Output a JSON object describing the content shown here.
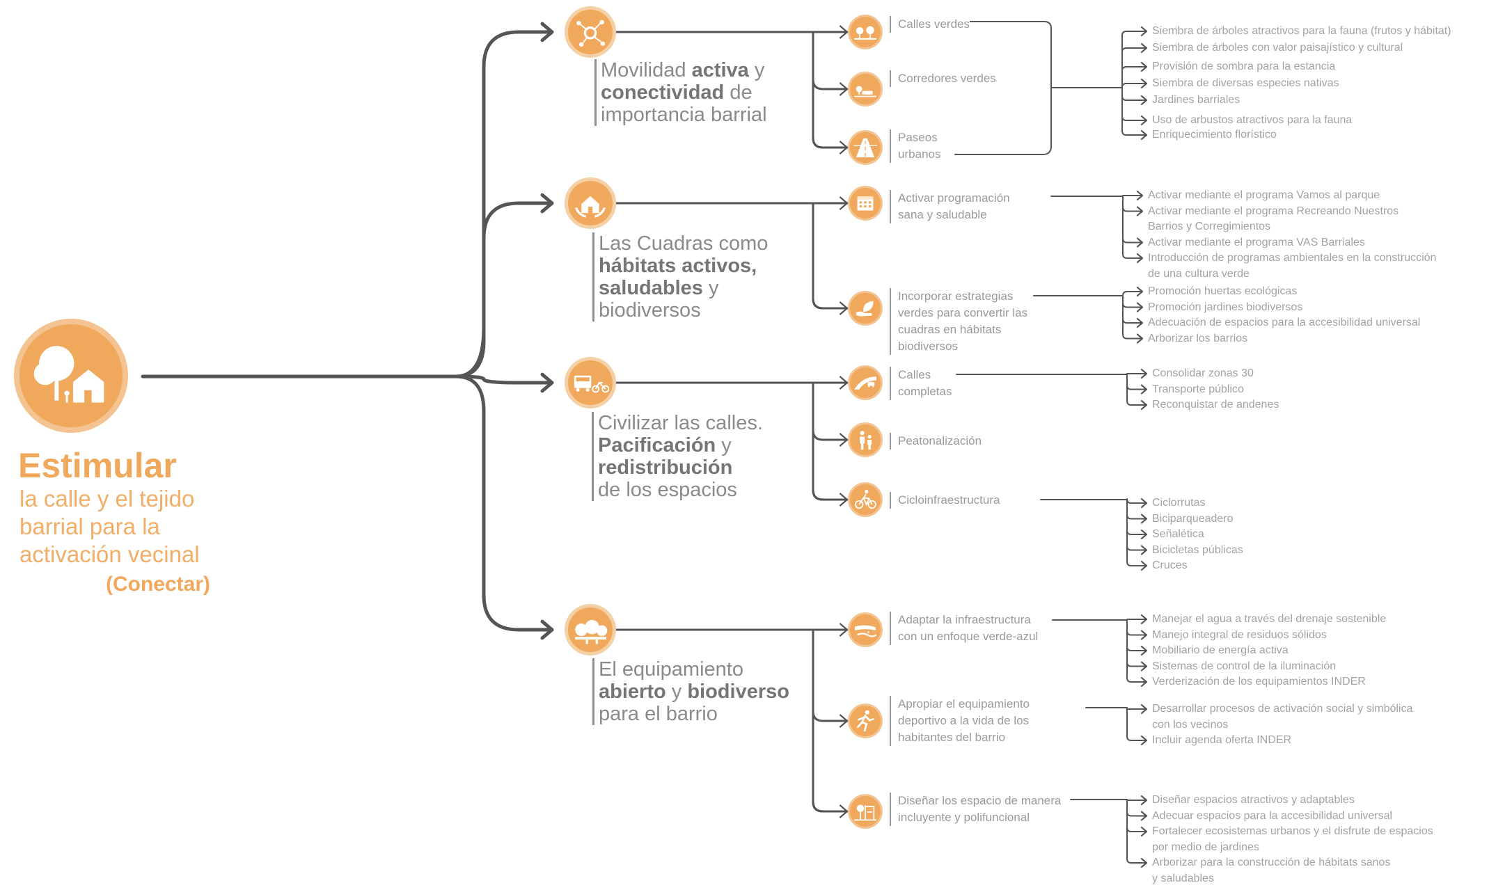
{
  "root": {
    "title": "Estimular",
    "subtitle": [
      "la calle y el tejido",
      "barrial para la",
      "activación vecinal"
    ],
    "tag": "(Conectar)",
    "icon": "tree-house-icon",
    "colors": {
      "accent": "#f0a85c",
      "ring": "#f3c391",
      "line": "#555555",
      "text": "#8f8f8f"
    }
  },
  "categories": [
    {
      "id": "movilidad",
      "icon": "network-nodes-icon",
      "parts": [
        {
          "t": "Movilidad ",
          "b": false
        },
        {
          "t": "activa",
          "b": true
        },
        {
          "t": " y",
          "b": false
        },
        {
          "t": "\n",
          "b": false
        },
        {
          "t": "conectividad",
          "b": true
        },
        {
          "t": " de",
          "b": false
        },
        {
          "t": "\n",
          "b": false
        },
        {
          "t": "importancia barrial",
          "b": false
        }
      ],
      "subs": [
        {
          "label": "Calles verdes",
          "icon": "street-trees-icon",
          "items": []
        },
        {
          "label": "Corredores verdes",
          "icon": "green-corridor-icon",
          "items": []
        },
        {
          "label": "Paseos\nurbanos",
          "icon": "road-perspective-icon",
          "items": []
        }
      ],
      "shared_items": [
        "Siembra de árboles atractivos para la fauna (frutos y hábitat)",
        "Siembra de árboles con valor paisajístico y cultural",
        "Provisión de sombra para la estancia",
        "Siembra de diversas especies nativas",
        "Jardines barriales",
        "Uso de arbustos atractivos para la fauna",
        "Enriquecimiento florístico"
      ]
    },
    {
      "id": "cuadras",
      "icon": "house-hands-icon",
      "parts": [
        {
          "t": "Las Cuadras como",
          "b": false
        },
        {
          "t": "\n",
          "b": false
        },
        {
          "t": "hábitats activos,",
          "b": true
        },
        {
          "t": "\n",
          "b": false
        },
        {
          "t": "saludables",
          "b": true
        },
        {
          "t": " y",
          "b": false
        },
        {
          "t": "\n",
          "b": false
        },
        {
          "t": "biodiversos",
          "b": false
        }
      ],
      "subs": [
        {
          "label": "Activar programación\nsana y saludable",
          "icon": "calendar-icon",
          "items": [
            "Activar mediante el programa Vamos al parque",
            "Activar mediante el programa  Recreando Nuestros\nBarrios y Corregimientos",
            "Activar mediante el programa  VAS Barriales",
            "Introducción de programas ambientales en la construcción\nde una cultura verde"
          ]
        },
        {
          "label": "Incorporar estrategias\nverdes para convertir las\ncuadras en hábitats\nbiodiversos",
          "icon": "leaf-hand-icon",
          "items": [
            "Promoción huertas ecológicas",
            "Promoción jardines biodiversos",
            "Adecuación de espacios para la accesibilidad universal",
            "Arborizar los barrios"
          ]
        }
      ]
    },
    {
      "id": "calles",
      "icon": "bus-bike-icon",
      "parts": [
        {
          "t": "Civilizar las calles.",
          "b": false
        },
        {
          "t": "\n",
          "b": false
        },
        {
          "t": "Pacificación",
          "b": true
        },
        {
          "t": " y",
          "b": false
        },
        {
          "t": "\n",
          "b": false
        },
        {
          "t": "redistribución",
          "b": true
        },
        {
          "t": "\n",
          "b": false
        },
        {
          "t": "de los espacios",
          "b": false
        }
      ],
      "subs": [
        {
          "label": "Calles\ncompletas",
          "icon": "complete-street-icon",
          "items": [
            "Consolidar zonas 30",
            "Transporte público",
            "Reconquistar de andenes"
          ]
        },
        {
          "label": "Peatonalización",
          "icon": "pedestrians-icon",
          "items": []
        },
        {
          "label": "Cicloinfraestructura",
          "icon": "cyclist-icon",
          "items": [
            "Ciclorrutas",
            "Biciparqueadero",
            "Señalética",
            "Bicicletas públicas",
            "Cruces"
          ]
        }
      ]
    },
    {
      "id": "equipamiento",
      "icon": "trees-facility-icon",
      "parts": [
        {
          "t": "El equipamiento",
          "b": false
        },
        {
          "t": "\n",
          "b": false
        },
        {
          "t": "abierto",
          "b": true
        },
        {
          "t": " y ",
          "b": false
        },
        {
          "t": "biodiverso",
          "b": true
        },
        {
          "t": "\n",
          "b": false
        },
        {
          "t": "para el barrio",
          "b": false
        }
      ],
      "subs": [
        {
          "label": "Adaptar la infraestructura\ncon un enfoque verde-azul",
          "icon": "water-drain-icon",
          "items": [
            "Manejar el agua a través del drenaje sostenible",
            "Manejo integral de residuos sólidos",
            "Mobiliario de energía activa",
            "Sistemas de control de la iluminación",
            "Verderización de los equipamientos INDER"
          ]
        },
        {
          "label": "Apropiar el equipamiento\ndeportivo a la vida de los\nhabitantes del barrio",
          "icon": "runner-icon",
          "items": [
            "Desarrollar procesos de activación  social y simbólica\ncon los vecinos",
            "Incluir agenda oferta INDER"
          ]
        },
        {
          "label": "Diseñar los espacio de manera\nincluyente y polifuncional",
          "icon": "playground-icon",
          "items": [
            "Diseñar espacios atractivos y adaptables",
            "Adecuar espacios para la accesibilidad universal",
            "Fortalecer ecosistemas urbanos y el disfrute de espacios\npor medio de jardines",
            "Arborizar para la construcción de hábitats sanos\ny saludables"
          ]
        }
      ]
    }
  ]
}
